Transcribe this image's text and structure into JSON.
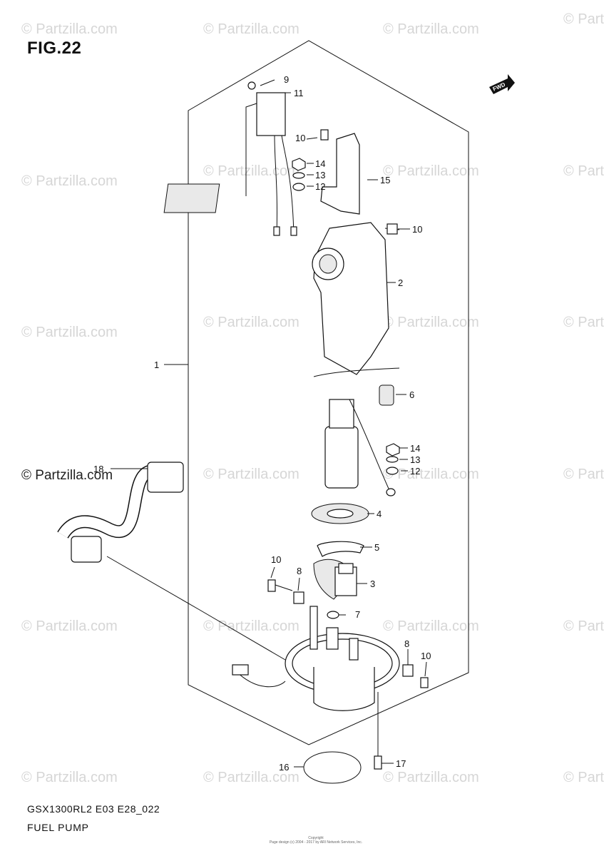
{
  "figure": {
    "title": "FIG.22",
    "model_code": "GSX1300RL2 E03 E28_022",
    "caption": "FUEL PUMP",
    "fwd_label": "FWD"
  },
  "watermark": {
    "text": "© Partzilla.com",
    "copyright_large": "© Partzilla.com",
    "copyright_tiny_1": "Copyright",
    "copyright_tiny_2": "Page design (c) 2004 - 2017 by ARI Network Services, Inc."
  },
  "callouts": {
    "c1": "1",
    "c2": "2",
    "c3": "3",
    "c4": "4",
    "c5": "5",
    "c6": "6",
    "c7": "7",
    "c8a": "8",
    "c8b": "8",
    "c9": "9",
    "c10a": "10",
    "c10b": "10",
    "c10c": "10",
    "c10d": "10",
    "c11": "11",
    "c12a": "12",
    "c12b": "12",
    "c13a": "13",
    "c13b": "13",
    "c14a": "14",
    "c14b": "14",
    "c15": "15",
    "c16": "16",
    "c17": "17",
    "c18": "18"
  }
}
